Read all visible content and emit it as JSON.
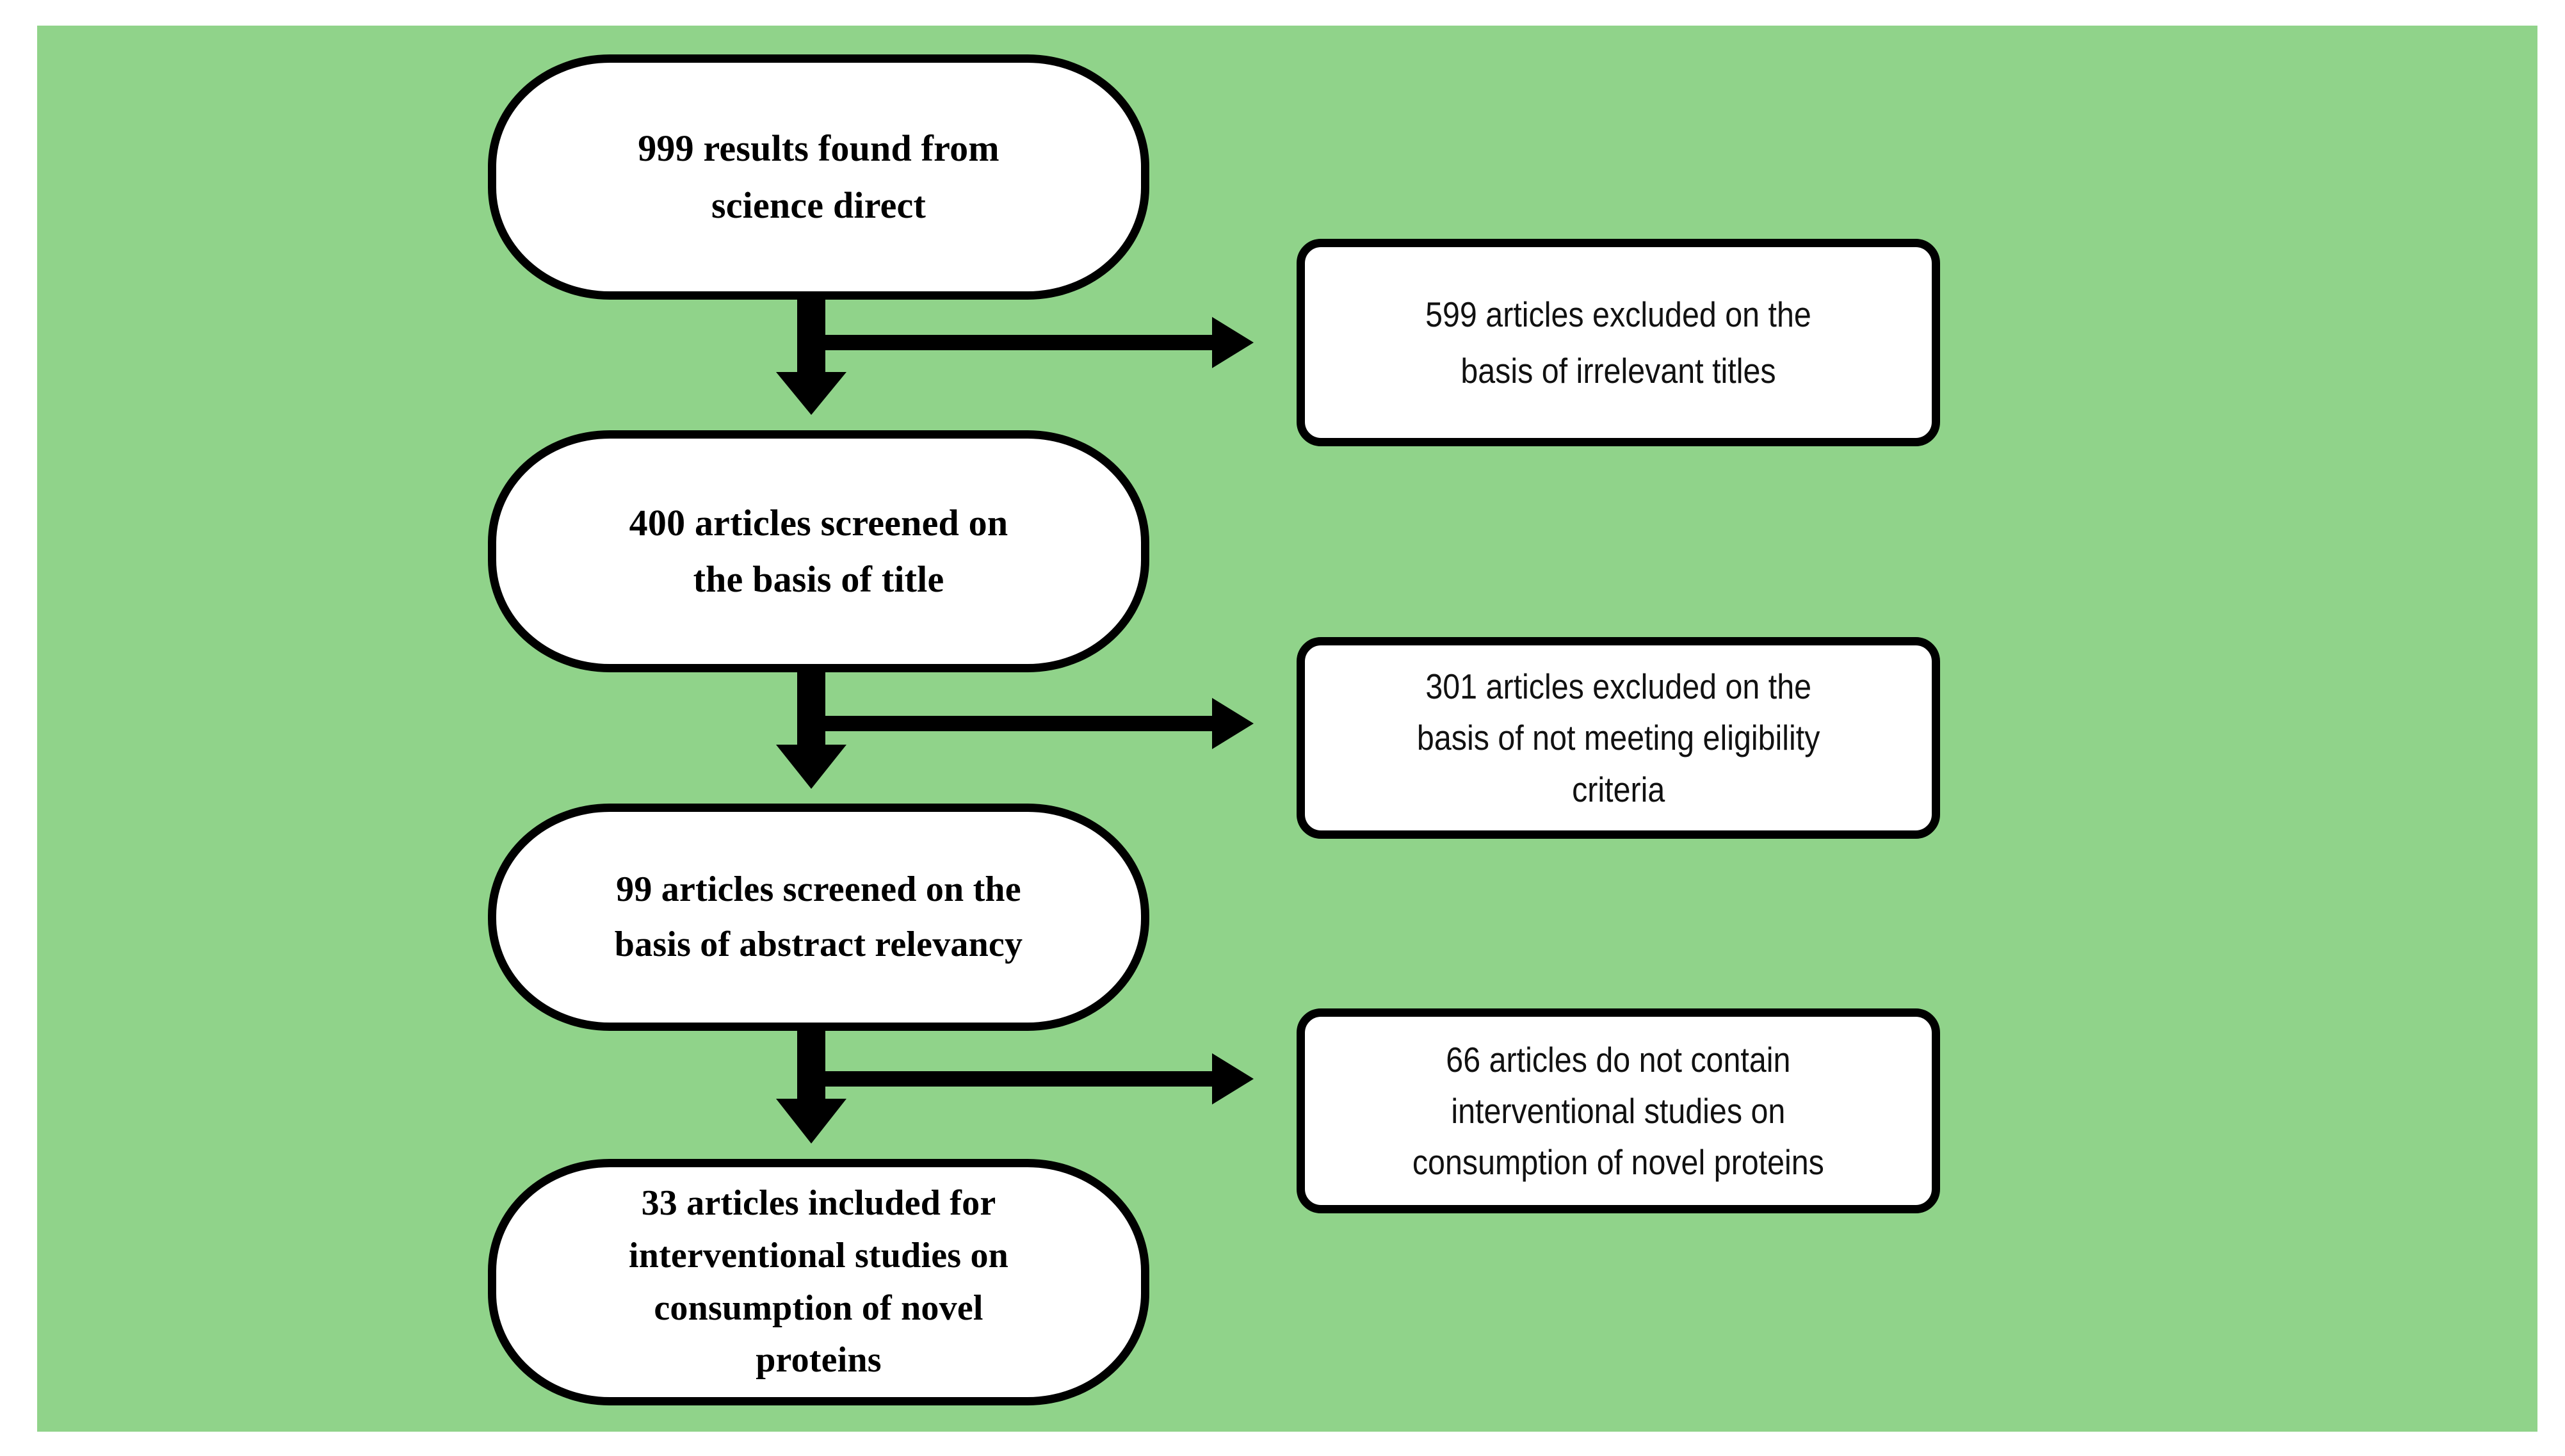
{
  "figure": {
    "kind": "prisma-flow-diagram",
    "background_color": "#90d38a",
    "node_fill_color": "#ffffff",
    "node_border_color": "#000000",
    "connector_color": "#000000"
  },
  "stages": [
    {
      "id": "found",
      "label": "999 results found from\nscience direct",
      "count": 999,
      "count_label": "999",
      "description": "results found from science direct"
    },
    {
      "id": "title",
      "label": "400 articles screened on\nthe basis of title",
      "count": 400,
      "count_label": "400",
      "description": "articles screened on the basis of title"
    },
    {
      "id": "abstract",
      "label": "99 articles screened on the\nbasis of abstract relevancy",
      "count": 99,
      "count_label": "99",
      "description": "articles screened on the basis of abstract relevancy"
    },
    {
      "id": "included",
      "label": "33 articles included for\ninterventional studies on\nconsumption of novel\nproteins",
      "count": 33,
      "count_label": "33",
      "description": "articles included for interventional studies on consumption of novel proteins"
    }
  ],
  "exclusions": [
    {
      "id": "titles",
      "label": "599 articles excluded on the\nbasis of irrelevant titles",
      "count": 599,
      "count_label": "599",
      "reason": "excluded on the basis of irrelevant titles"
    },
    {
      "id": "eligibility",
      "label": "301 articles   excluded on the\nbasis of not meeting eligibility\ncriteria",
      "count": 301,
      "count_label": "301",
      "reason": "excluded on the basis of not meeting eligibility criteria"
    },
    {
      "id": "studies",
      "label": "66 articles do not contain\ninterventional studies on\nconsumption of novel proteins",
      "count": 66,
      "count_label": "66",
      "reason": "do not contain interventional studies on consumption of novel proteins"
    }
  ],
  "connectors": [
    {
      "id": "found-to-title",
      "from": "found",
      "to": "title",
      "type": "down-arrow"
    },
    {
      "id": "found-to-titles",
      "from": "found",
      "to": "titles",
      "type": "right-arrow"
    },
    {
      "id": "title-to-abstract",
      "from": "title",
      "to": "abstract",
      "type": "down-arrow"
    },
    {
      "id": "title-to-eligibility",
      "from": "title",
      "to": "eligibility",
      "type": "right-arrow"
    },
    {
      "id": "abstract-to-included",
      "from": "abstract",
      "to": "included",
      "type": "down-arrow"
    },
    {
      "id": "abstract-to-studies",
      "from": "abstract",
      "to": "studies",
      "type": "right-arrow"
    }
  ]
}
